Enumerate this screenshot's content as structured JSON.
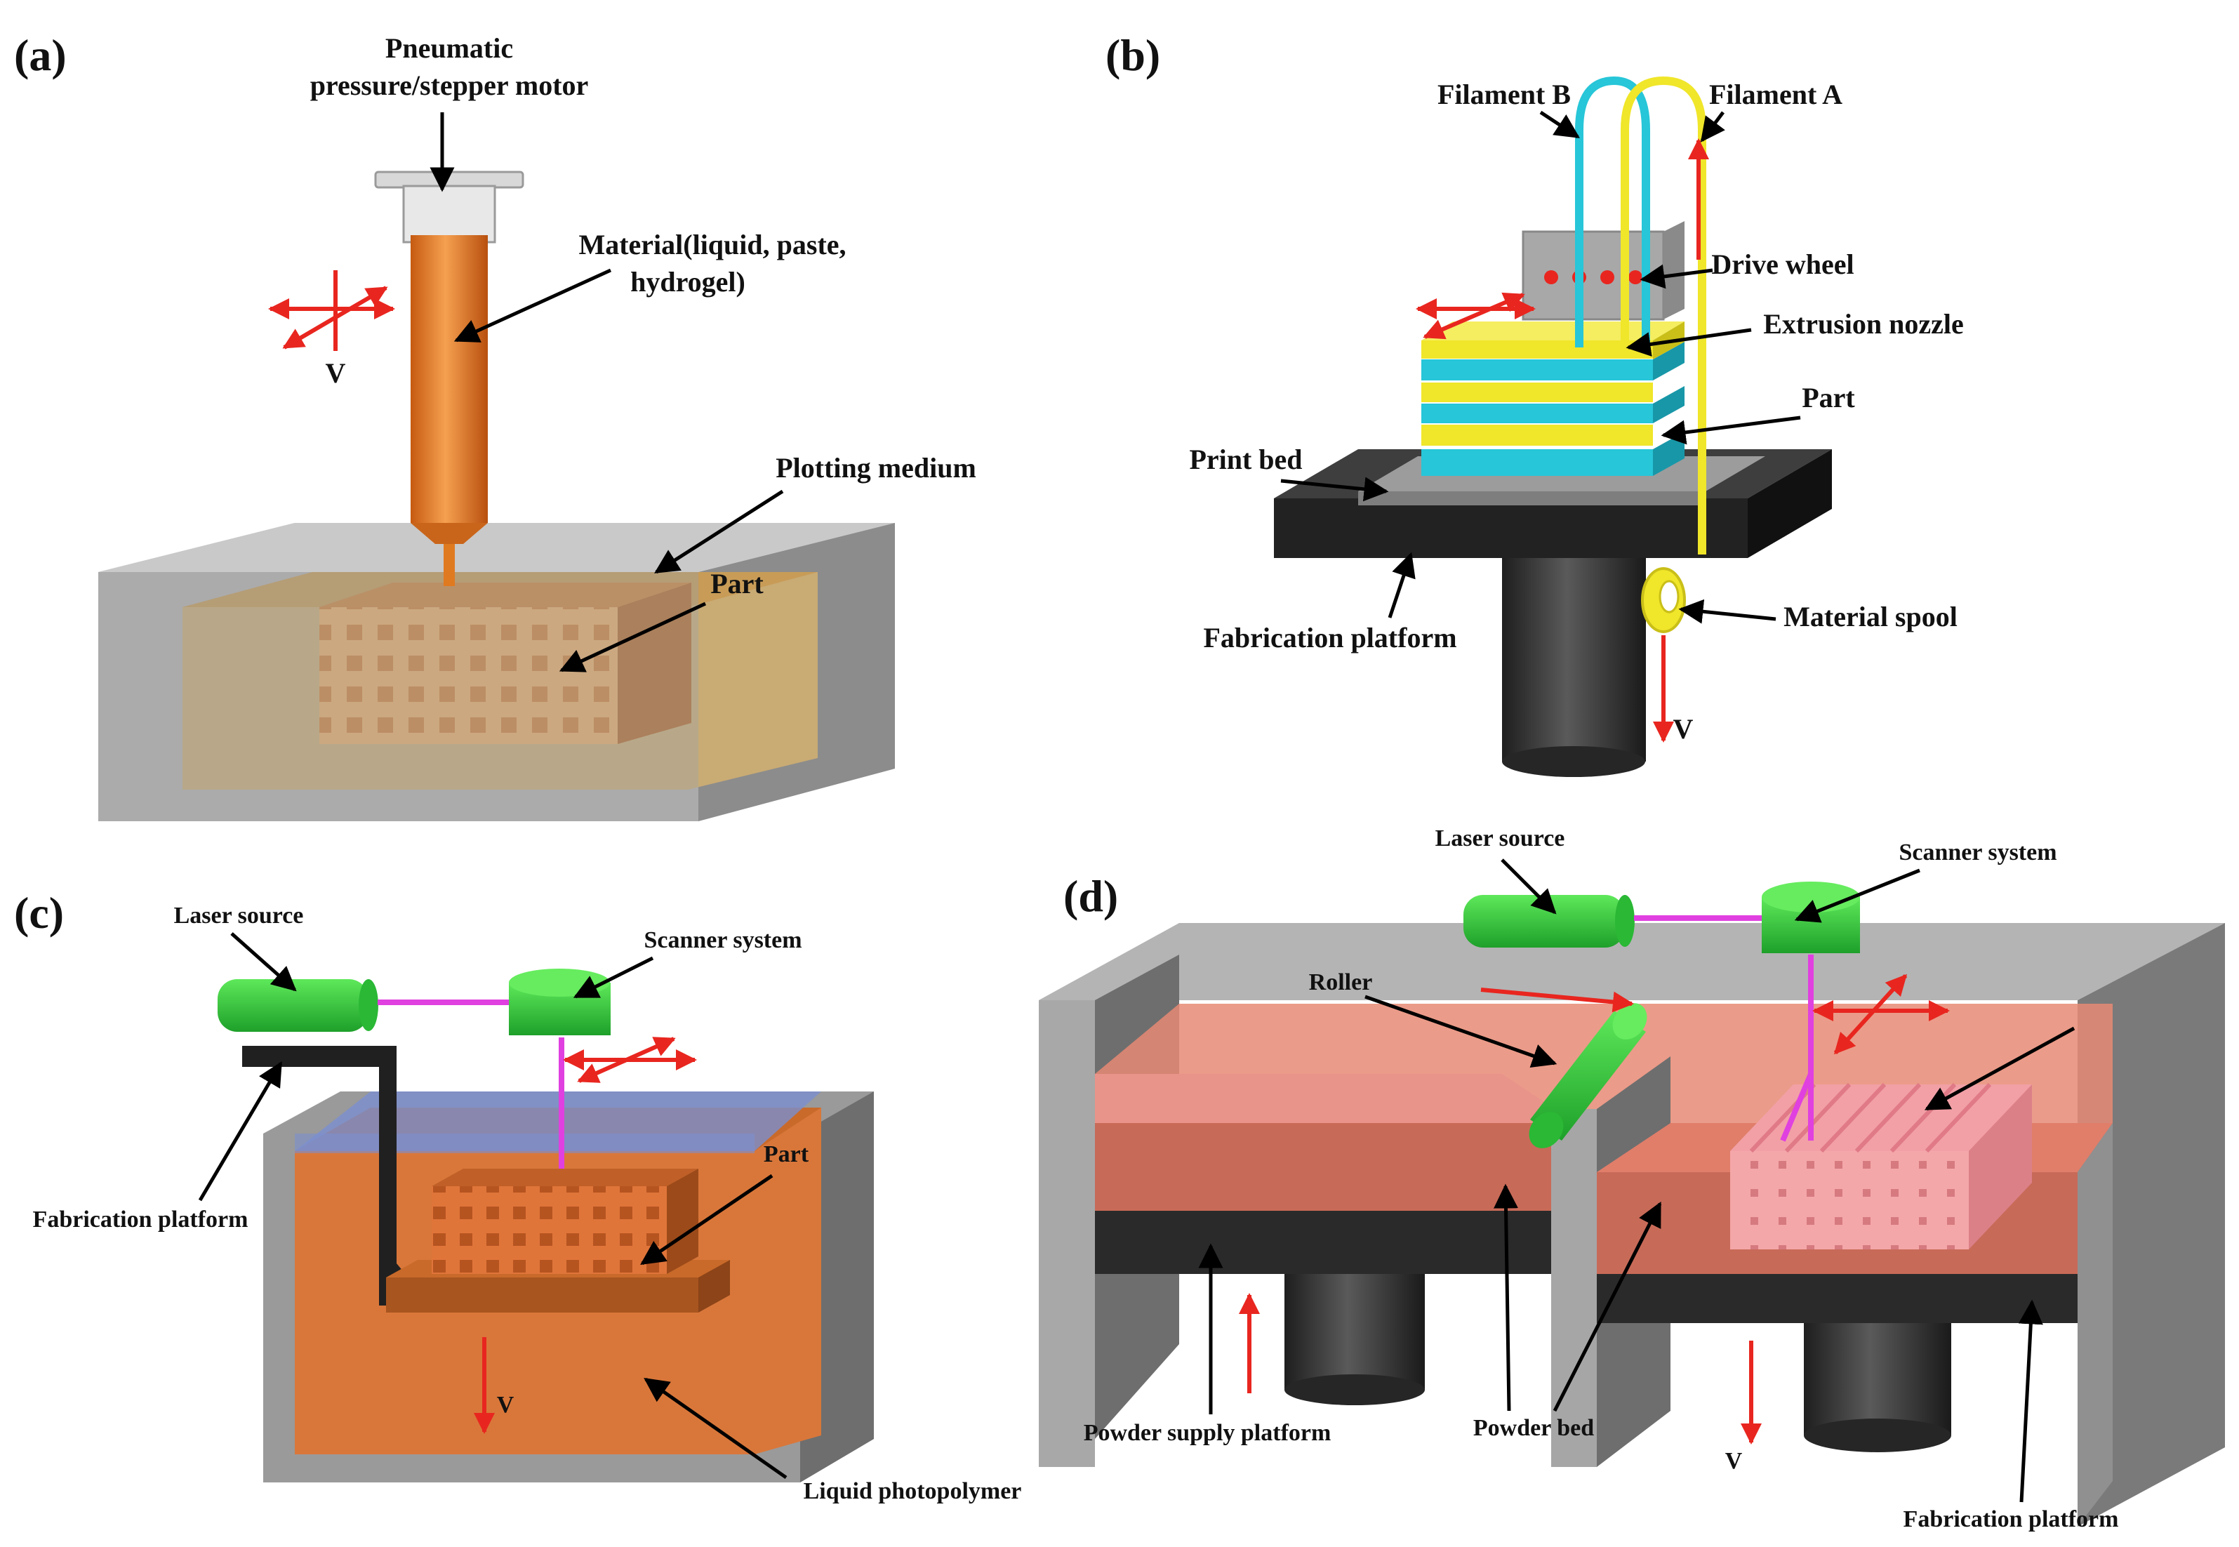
{
  "panels": {
    "a": {
      "label": "(a)",
      "pneumatic_line1": "Pneumatic",
      "pneumatic_line2": "pressure/stepper motor",
      "material_line1": "Material(liquid, paste,",
      "material_line2": "hydrogel)",
      "v": "V",
      "plotting_medium": "Plotting medium",
      "part": "Part"
    },
    "b": {
      "label": "(b)",
      "filament_b": "Filament B",
      "filament_a": "Filament A",
      "drive_wheel": "Drive wheel",
      "extrusion_nozzle": "Extrusion nozzle",
      "part": "Part",
      "print_bed": "Print bed",
      "fabrication_platform": "Fabrication platform",
      "material_spool": "Material spool",
      "v": "V"
    },
    "c": {
      "label": "(c)",
      "laser_source": "Laser source",
      "scanner_system": "Scanner system",
      "fabrication_platform": "Fabrication platform",
      "part": "Part",
      "v": "V",
      "liquid_photopolymer": "Liquid photopolymer"
    },
    "d": {
      "label": "(d)",
      "laser_source": "Laser source",
      "scanner_system": "Scanner system",
      "roller": "Roller",
      "powder_supply_platform": "Powder supply platform",
      "powder_bed": "Powder bed",
      "v": "V",
      "fabrication_platform": "Fabrication platform"
    }
  },
  "colors": {
    "red_arrow": "#e8261f",
    "syringe_orange": "#e07a20",
    "filament_cyan": "#27c6d8",
    "filament_yellow": "#f0e62a",
    "laser_green": "#2ec83a",
    "beam_magenta": "#e040e0",
    "photopolymer_orange": "#d9773a",
    "powder_salmon": "#e88a74",
    "enclosure_gray": "#a8a8a8",
    "platform_black": "#2a2a2a"
  }
}
